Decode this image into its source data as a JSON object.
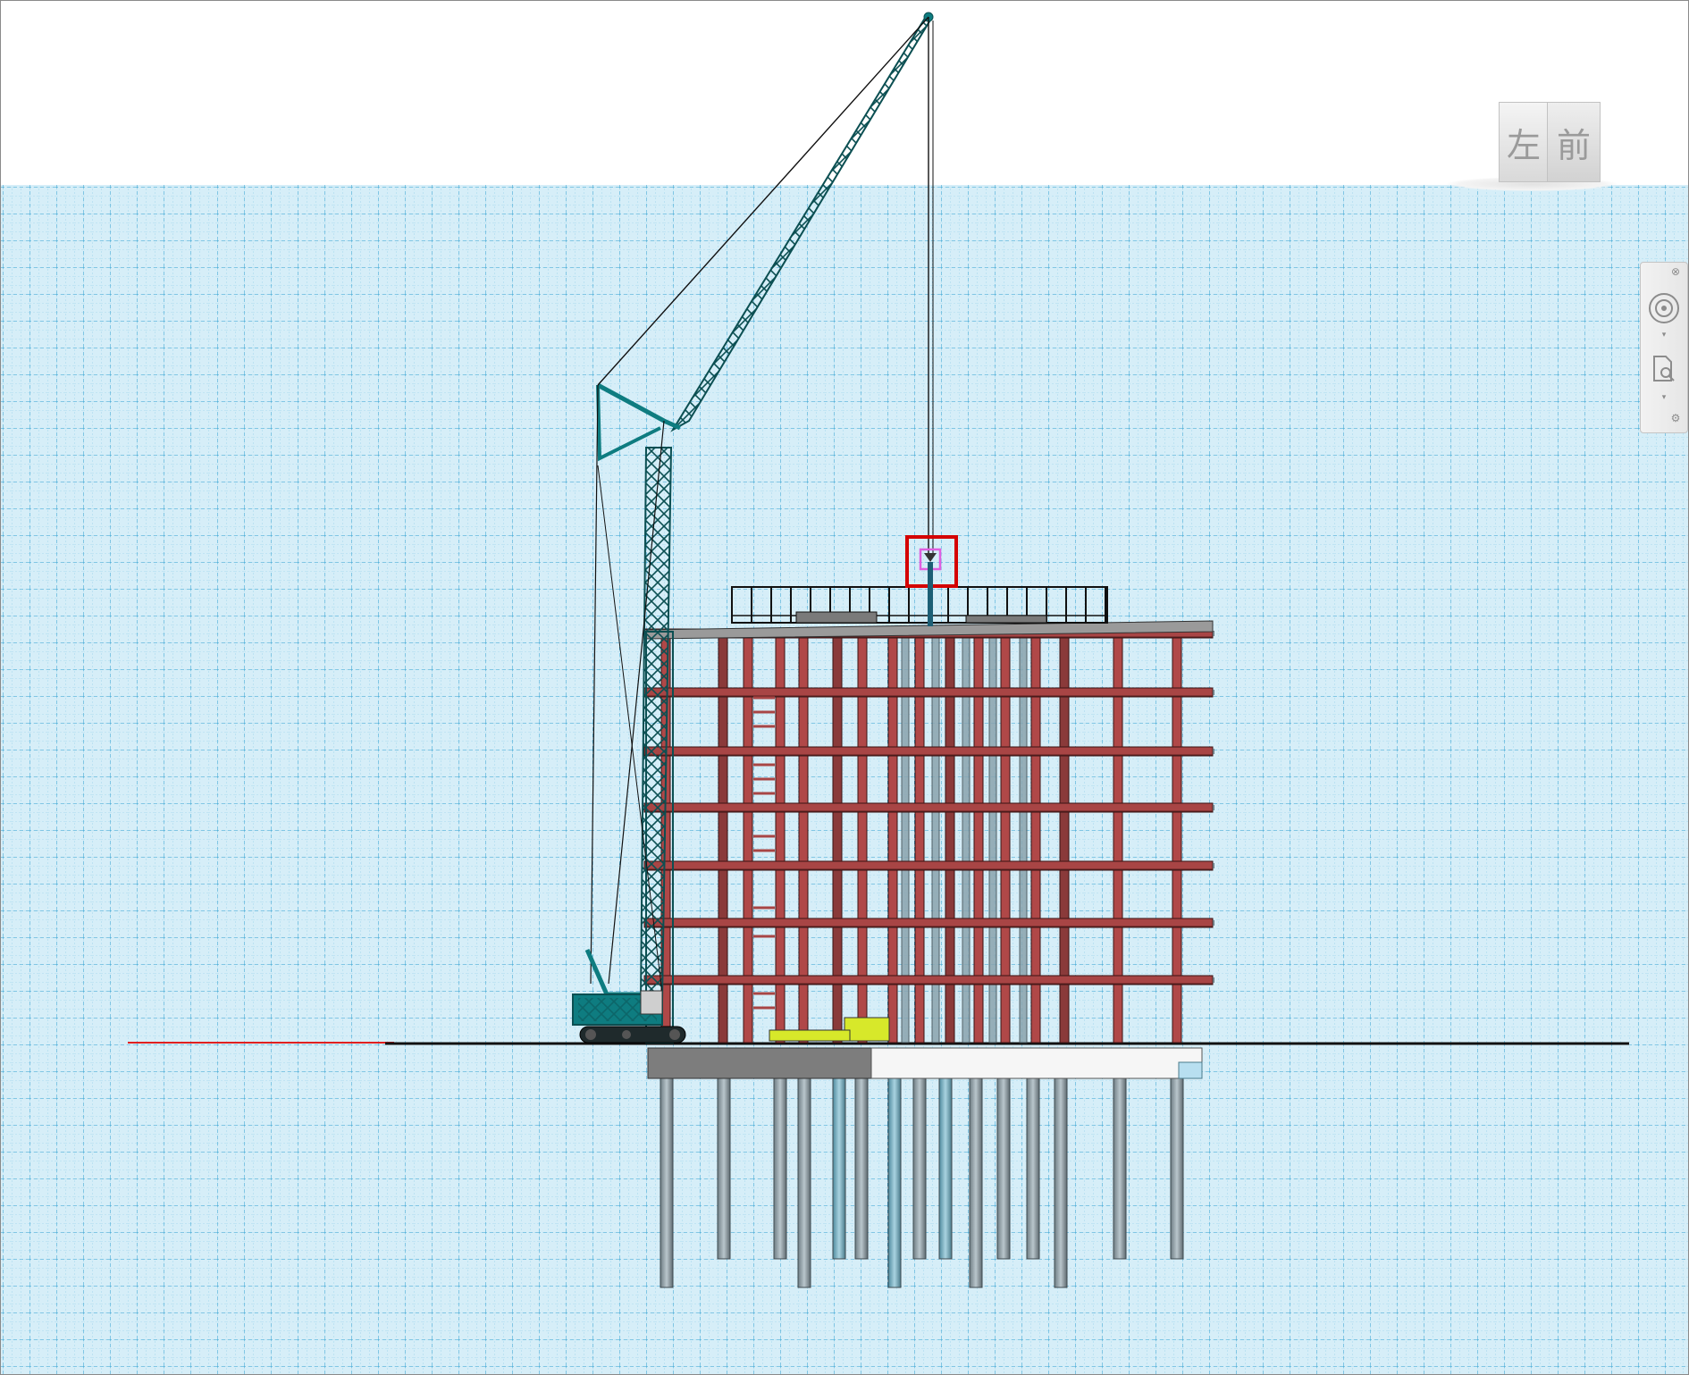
{
  "viewcube": {
    "left_face": "左",
    "front_face": "前"
  },
  "colors": {
    "grid_background": "#d6eef8",
    "grid_line": "#3ea6d4",
    "steel_frame": "#a63f3f",
    "crane": "#0e7c80",
    "pile": "#8c9ea6",
    "foundation": "#7a7a7a",
    "selection_box": "#e00000",
    "selection_inner": "#e060e0",
    "ground_axis": "#e02020"
  },
  "navigation_bar": {
    "buttons": [
      "close-icon",
      "full-navigation-wheel-icon",
      "dropdown-icon",
      "zoom-extents-icon",
      "dropdown-icon",
      "options-icon"
    ]
  },
  "model": {
    "view": "elevation",
    "floors": 7,
    "selected_element": "lifted-member-at-crane-hook"
  }
}
